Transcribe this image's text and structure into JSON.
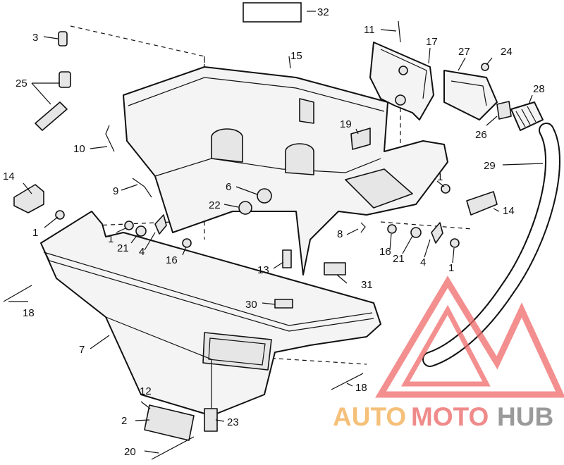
{
  "callouts": {
    "c1a": "1",
    "c1b": "1",
    "c1c": "1",
    "c1d": "1",
    "c2": "2",
    "c3": "3",
    "c4a": "4",
    "c4b": "4",
    "c6": "6",
    "c7": "7",
    "c8": "8",
    "c9": "9",
    "c10": "10",
    "c11": "11",
    "c12": "12",
    "c13": "13",
    "c14a": "14",
    "c14b": "14",
    "c15": "15",
    "c16a": "16",
    "c16b": "16",
    "c17": "17",
    "c18a": "18",
    "c18b": "18",
    "c19": "19",
    "c20": "20",
    "c21a": "21",
    "c21b": "21",
    "c22": "22",
    "c23": "23",
    "c24": "24",
    "c25": "25",
    "c26": "26",
    "c27": "27",
    "c28": "28",
    "c29": "29",
    "c30": "30",
    "c31": "31",
    "c32": "32"
  },
  "watermark": {
    "auto": "AUTO",
    "moto": "MOTO",
    "hub": "HUB",
    "color_auto": "#f5c07a",
    "color_moto": "#f08b8b",
    "color_hub": "#9a9a9a",
    "triangle_color": "#f06a6a"
  }
}
